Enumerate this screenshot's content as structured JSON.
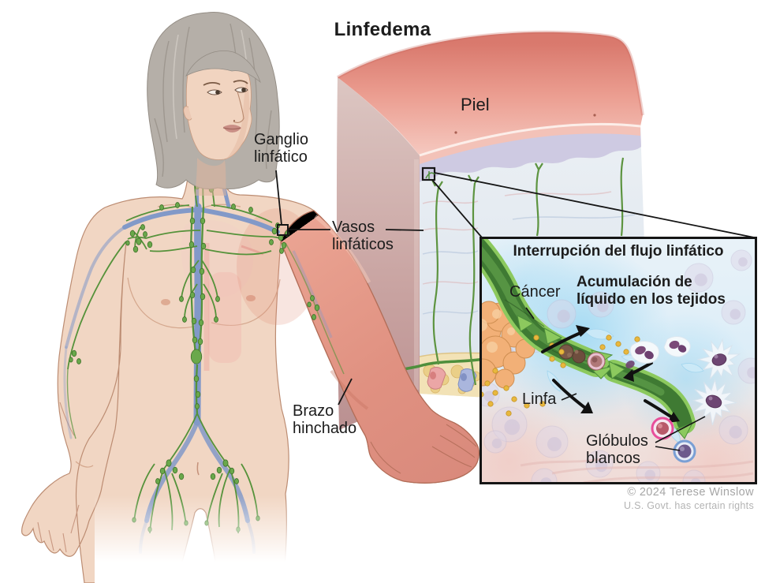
{
  "title": "Linfedema",
  "body_labels": {
    "lymph_node": "Ganglio\nlinfático",
    "lymph_vessels": "Vasos\nlinfáticos",
    "skin": "Piel",
    "swollen_arm": "Brazo\nhinchado"
  },
  "inset": {
    "title": "Interrupción del flujo linfático",
    "cancer": "Cáncer",
    "fluid_accumulation": "Acumulación de\nlíquido en los tejidos",
    "lymph": "Linfa",
    "white_blood_cells": "Glóbulos\nblancos"
  },
  "credit": {
    "line1": "© 2024 Terese Winslow",
    "line2": "U.S. Govt. has certain rights"
  },
  "colors": {
    "lymph_green": "#55923a",
    "vein_blue": "#8299c8",
    "skin_tone": "#f1d6c3",
    "swollen_skin": "#df907c",
    "cancer_orange": "#f2b077",
    "label_text": "#1c1c1c",
    "credit_gray": "#a6a6a6",
    "inset_blue": "#a8dcf4"
  }
}
